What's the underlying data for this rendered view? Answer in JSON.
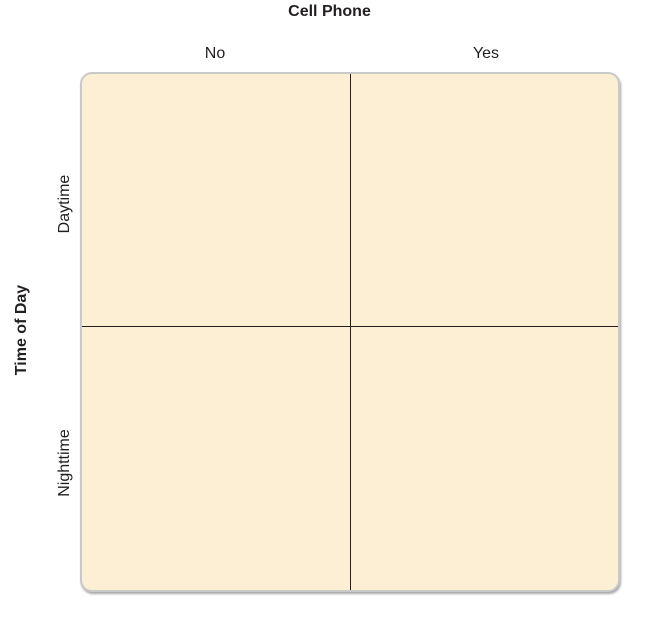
{
  "column_factor": {
    "title": "Cell Phone",
    "levels": [
      "No",
      "Yes"
    ]
  },
  "row_factor": {
    "title": "Time of Day",
    "levels": [
      "Daytime",
      "Nighttime"
    ]
  },
  "colors": {
    "cell_fill": "#fcefd4",
    "border": "#c9c9c9",
    "divider": "#231f20"
  }
}
